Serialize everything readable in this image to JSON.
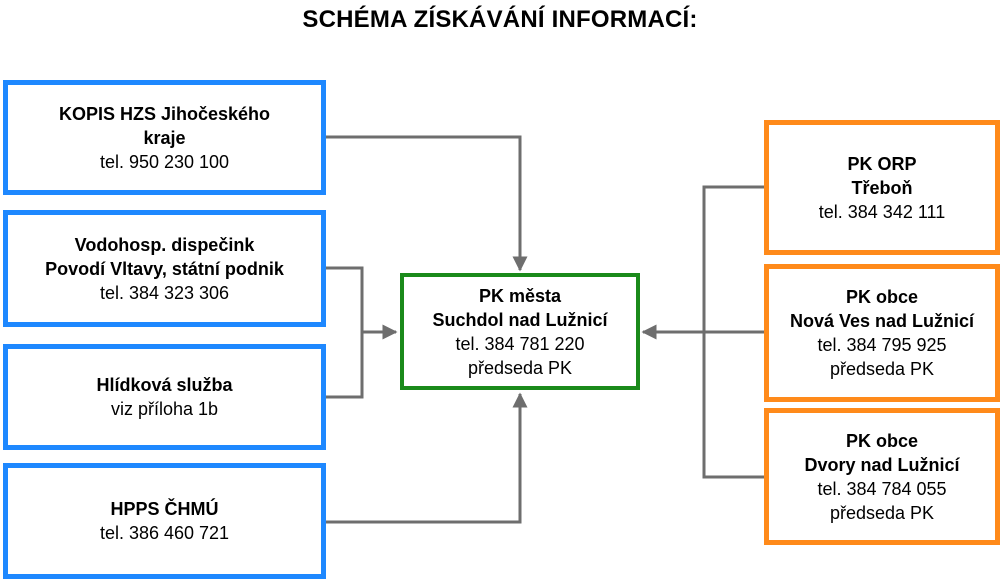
{
  "title": "SCHÉMA ZÍSKÁVÁNÍ INFORMACÍ:",
  "colors": {
    "left_border": "#1e88ff",
    "right_border": "#ff8a1a",
    "center_border": "#1a8a1a",
    "arrow": "#6e6e6e"
  },
  "left": [
    {
      "lines": [
        "KOPIS HZS Jihočeského",
        "kraje"
      ],
      "tel": "tel. 950 230 100"
    },
    {
      "lines": [
        "Vodohosp. dispečink",
        "Povodí Vltavy, státní podnik"
      ],
      "tel": "tel. 384 323 306"
    },
    {
      "lines": [
        "Hlídková služba"
      ],
      "tel": "viz příloha 1b"
    },
    {
      "lines": [
        "HPPS ČHMÚ"
      ],
      "tel": "tel. 386 460 721"
    }
  ],
  "center": {
    "lines": [
      "PK města",
      "Suchdol nad Lužnicí"
    ],
    "tel": "tel. 384 781 220",
    "role": "předseda PK"
  },
  "right": [
    {
      "lines": [
        "PK ORP",
        "Třeboň"
      ],
      "tel": "tel. 384 342 111"
    },
    {
      "lines": [
        "PK obce",
        "Nová Ves nad Lužnicí"
      ],
      "tel": "tel. 384 795 925",
      "role": "předseda PK"
    },
    {
      "lines": [
        "PK obce",
        "Dvory nad Lužnicí"
      ],
      "tel": "tel. 384 784 055",
      "role": "předseda PK"
    }
  ]
}
